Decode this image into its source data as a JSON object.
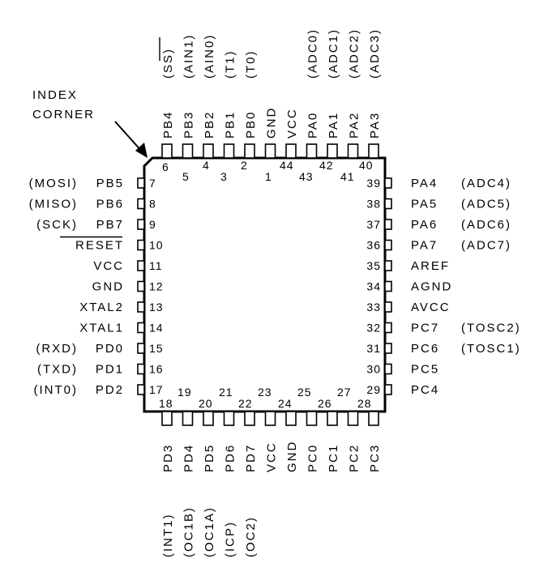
{
  "index_label": {
    "line1": "INDEX",
    "line2": "CORNER"
  },
  "left_pins": [
    {
      "num": "7",
      "name": "PB5",
      "alt": "(MOSI)"
    },
    {
      "num": "8",
      "name": "PB6",
      "alt": "(MISO)"
    },
    {
      "num": "9",
      "name": "PB7",
      "alt": "(SCK)"
    },
    {
      "num": "10",
      "name": "RESET",
      "alt": "",
      "overline": true
    },
    {
      "num": "11",
      "name": "VCC",
      "alt": ""
    },
    {
      "num": "12",
      "name": "GND",
      "alt": ""
    },
    {
      "num": "13",
      "name": "XTAL2",
      "alt": ""
    },
    {
      "num": "14",
      "name": "XTAL1",
      "alt": ""
    },
    {
      "num": "15",
      "name": "PD0",
      "alt": "(RXD)"
    },
    {
      "num": "16",
      "name": "PD1",
      "alt": "(TXD)"
    },
    {
      "num": "17",
      "name": "PD2",
      "alt": "(INT0)"
    }
  ],
  "right_pins": [
    {
      "num": "39",
      "name": "PA4",
      "alt": "(ADC4)"
    },
    {
      "num": "38",
      "name": "PA5",
      "alt": "(ADC5)"
    },
    {
      "num": "37",
      "name": "PA6",
      "alt": "(ADC6)"
    },
    {
      "num": "36",
      "name": "PA7",
      "alt": "(ADC7)"
    },
    {
      "num": "35",
      "name": "AREF",
      "alt": ""
    },
    {
      "num": "34",
      "name": "AGND",
      "alt": ""
    },
    {
      "num": "33",
      "name": "AVCC",
      "alt": ""
    },
    {
      "num": "32",
      "name": "PC7",
      "alt": "(TOSC2)"
    },
    {
      "num": "31",
      "name": "PC6",
      "alt": "(TOSC1)"
    },
    {
      "num": "30",
      "name": "PC5",
      "alt": ""
    },
    {
      "num": "29",
      "name": "PC4",
      "alt": ""
    }
  ],
  "top_pins": [
    {
      "num": "6",
      "name": "PB4",
      "alt": "(SS)",
      "alt_overline": true
    },
    {
      "num": "5",
      "name": "PB3",
      "alt": "(AIN1)"
    },
    {
      "num": "4",
      "name": "PB2",
      "alt": "(AIN0)"
    },
    {
      "num": "3",
      "name": "PB1",
      "alt": "(T1)"
    },
    {
      "num": "2",
      "name": "PB0",
      "alt": "(T0)"
    },
    {
      "num": "1",
      "name": "GND",
      "alt": ""
    },
    {
      "num": "44",
      "name": "VCC",
      "alt": ""
    },
    {
      "num": "43",
      "name": "PA0",
      "alt": "(ADC0)"
    },
    {
      "num": "42",
      "name": "PA1",
      "alt": "(ADC1)"
    },
    {
      "num": "41",
      "name": "PA2",
      "alt": "(ADC2)"
    },
    {
      "num": "40",
      "name": "PA3",
      "alt": "(ADC3)"
    }
  ],
  "bottom_pins": [
    {
      "num": "18",
      "name": "PD3",
      "alt": "(INT1)"
    },
    {
      "num": "19",
      "name": "PD4",
      "alt": "(OC1B)"
    },
    {
      "num": "20",
      "name": "PD5",
      "alt": "(OC1A)"
    },
    {
      "num": "21",
      "name": "PD6",
      "alt": "(ICP)"
    },
    {
      "num": "22",
      "name": "PD7",
      "alt": "(OC2)"
    },
    {
      "num": "23",
      "name": "VCC",
      "alt": ""
    },
    {
      "num": "24",
      "name": "GND",
      "alt": ""
    },
    {
      "num": "25",
      "name": "PC0",
      "alt": ""
    },
    {
      "num": "26",
      "name": "PC1",
      "alt": ""
    },
    {
      "num": "27",
      "name": "PC2",
      "alt": ""
    },
    {
      "num": "28",
      "name": "PC3",
      "alt": ""
    }
  ]
}
